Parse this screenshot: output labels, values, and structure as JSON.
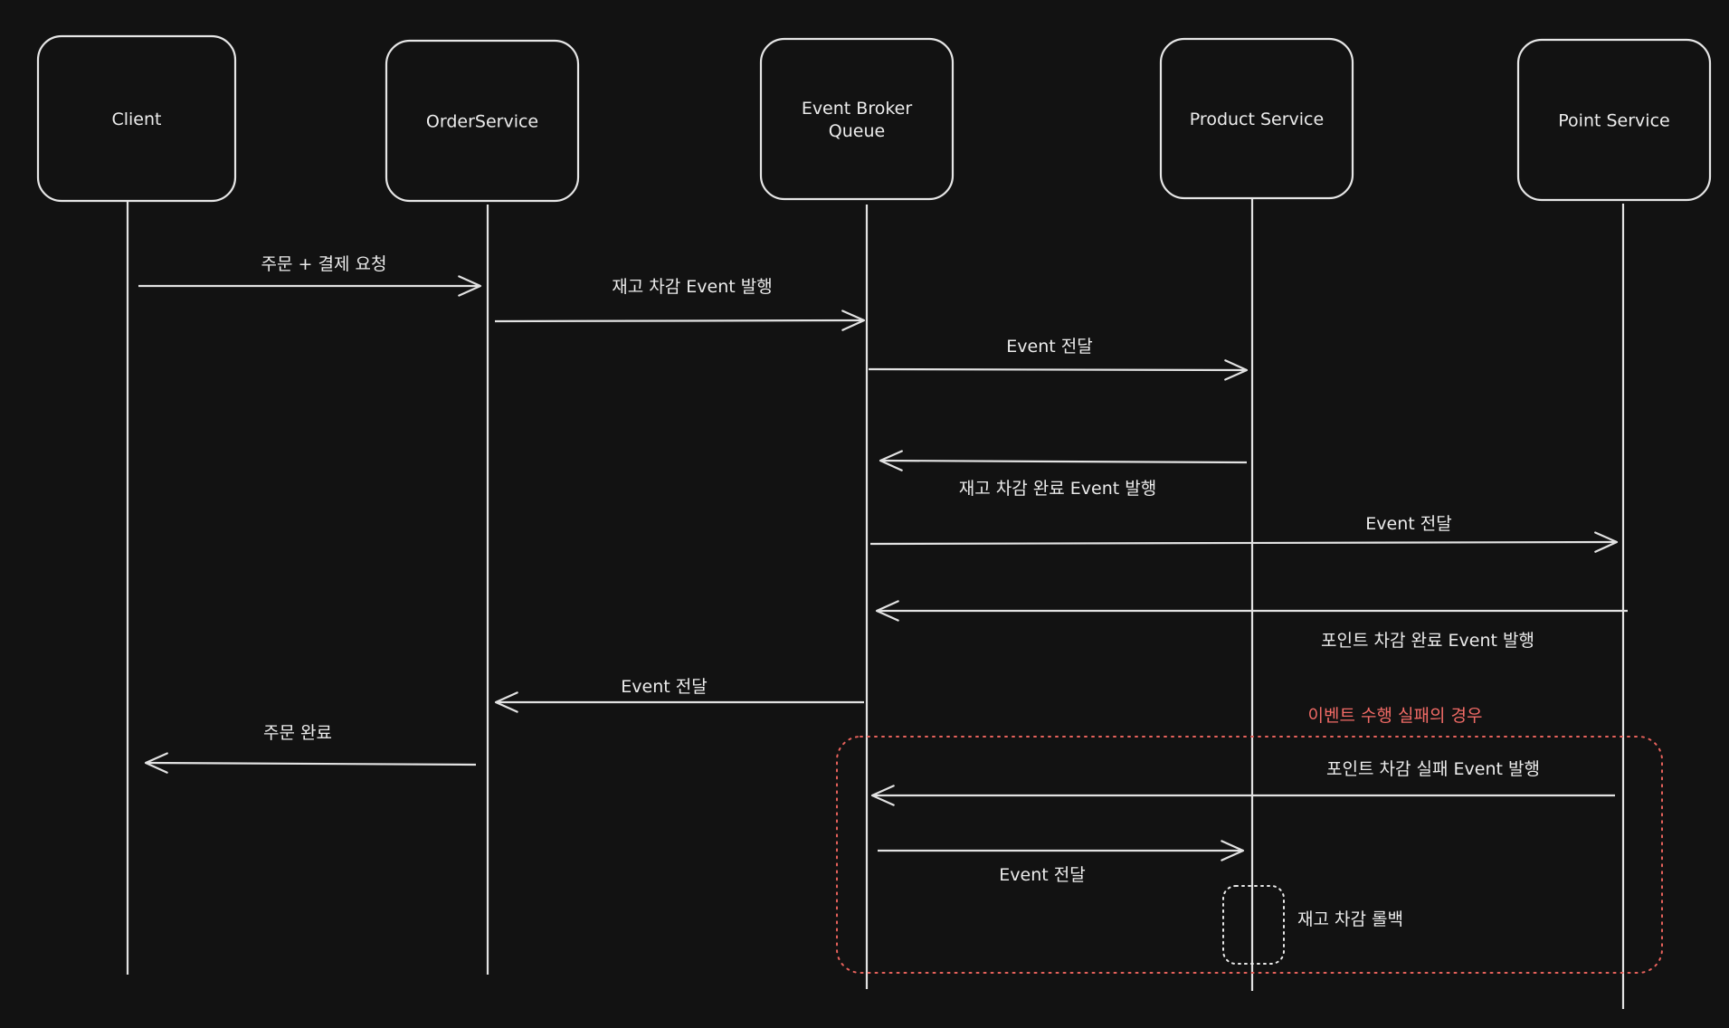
{
  "actors": [
    {
      "id": "client",
      "label": "Client"
    },
    {
      "id": "order",
      "label": "OrderService"
    },
    {
      "id": "broker",
      "label": "Event Broker\nQueue"
    },
    {
      "id": "product",
      "label": "Product Service"
    },
    {
      "id": "point",
      "label": "Point Service"
    }
  ],
  "messages": [
    {
      "from": "client",
      "to": "order",
      "label": "주문 + 결제 요청"
    },
    {
      "from": "order",
      "to": "broker",
      "label": "재고 차감 Event 발행"
    },
    {
      "from": "broker",
      "to": "product",
      "label": "Event 전달"
    },
    {
      "from": "product",
      "to": "broker",
      "label": "재고 차감 완료 Event 발행"
    },
    {
      "from": "broker",
      "to": "point",
      "label": "Event 전달"
    },
    {
      "from": "point",
      "to": "broker",
      "label": "포인트 차감 완료 Event 발행"
    },
    {
      "from": "broker",
      "to": "order",
      "label": "Event 전달"
    },
    {
      "from": "order",
      "to": "client",
      "label": "주문 완료"
    },
    {
      "from": "point",
      "to": "broker",
      "label": "포인트 차감 실패 Event 발행"
    },
    {
      "from": "broker",
      "to": "product",
      "label": "Event 전달"
    }
  ],
  "failure_frame": {
    "label": "이벤트 수행 실패의 경우"
  },
  "activation": {
    "on": "product",
    "label": "재고 차감 롤백"
  },
  "colors": {
    "background": "#121212",
    "stroke": "#e2e2e2",
    "text": "#ececec",
    "frame": "#e8625c",
    "frame_text": "#f26b66"
  }
}
